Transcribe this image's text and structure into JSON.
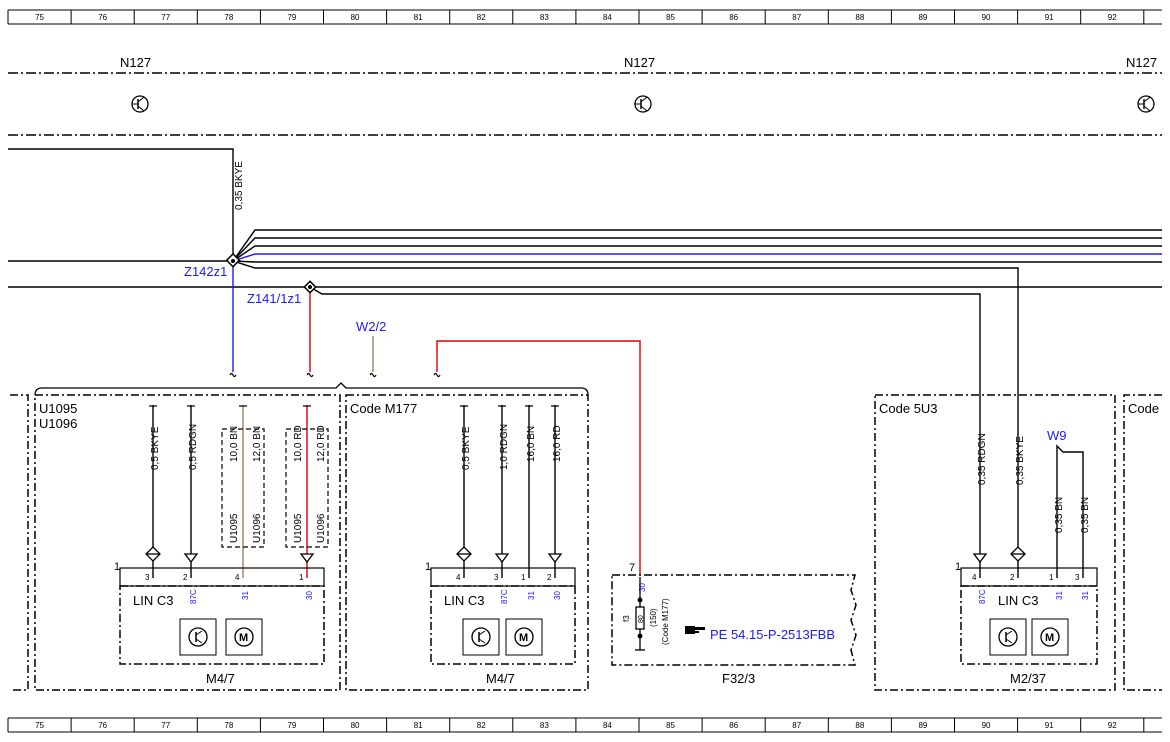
{
  "ruler": {
    "columns": [
      "75",
      "76",
      "77",
      "78",
      "79",
      "80",
      "81",
      "82",
      "83",
      "84",
      "85",
      "86",
      "87",
      "88",
      "89",
      "90",
      "91",
      "92"
    ]
  },
  "colors": {
    "blue": "#1a1aff",
    "red": "#e00000",
    "brown": "#a08060",
    "black": "#000000"
  },
  "control_units": {
    "left": "N127",
    "center": "N127",
    "right": "N127"
  },
  "splices": {
    "z142": "Z142z1",
    "z141": "Z141/1z1",
    "w2": "W2/2",
    "w9": "W9"
  },
  "top_wire": "0,35 BKYE",
  "box1": {
    "variant_a": "U1095",
    "variant_b": "U1096",
    "wires": [
      "0,5 BKYE",
      "0,5 RDGN",
      "10,0 BN",
      "12,0 BN",
      "10,0 RD",
      "12,0 RD"
    ],
    "pin_counter": "1",
    "pins": [
      "3",
      "2",
      "4",
      "1"
    ],
    "terms": [
      "87C",
      "31",
      "30"
    ],
    "variants_bn": [
      "U1095",
      "U1096"
    ],
    "variants_rd": [
      "U1095",
      "U1096"
    ],
    "module_label": "LIN C3",
    "component": "M4/7"
  },
  "box2": {
    "code": "Code M177",
    "wires": [
      "0,5 BKYE",
      "1,0 RDGN",
      "16,0 BN",
      "16,0 RD"
    ],
    "pin_counter": "1",
    "pins": [
      "4",
      "3",
      "1",
      "2"
    ],
    "terms": [
      "87C",
      "31",
      "30"
    ],
    "module_label": "LIN C3",
    "component": "M4/7"
  },
  "fuse": {
    "pin": "7",
    "term": "30",
    "fuse_no": "f3",
    "rating": "80",
    "value": "(150)",
    "code": "(Code M177)",
    "reference": "PE 54.15-P-2513FBB",
    "component": "F32/3"
  },
  "box3": {
    "code": "Code 5U3",
    "wires": [
      "0,35 RDGN",
      "0,35 BKYE",
      "0,35 BN",
      "0,35 BN"
    ],
    "pin_counter": "1",
    "pins": [
      "4",
      "2",
      "1",
      "3"
    ],
    "terms": [
      "87C",
      "31",
      "31"
    ],
    "module_label": "LIN C3",
    "component": "M2/37"
  },
  "box4": {
    "code": "Code"
  }
}
